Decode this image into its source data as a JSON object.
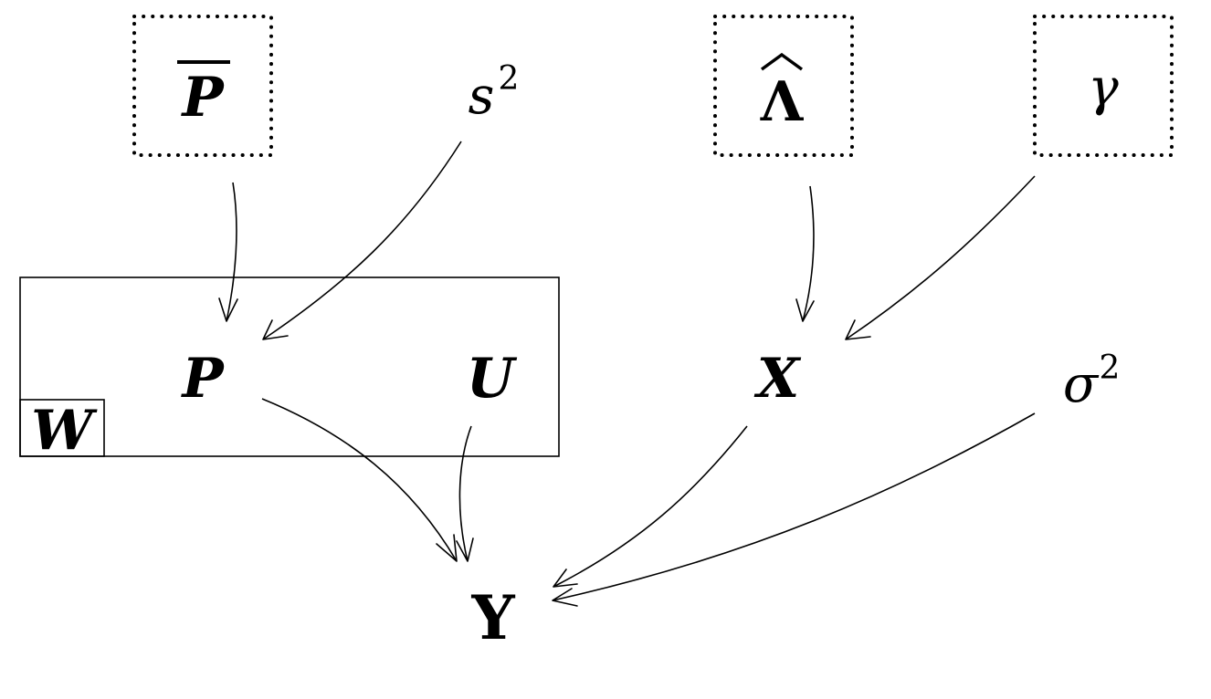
{
  "nodes": {
    "p_bar": {
      "symbol": "P"
    },
    "s_sq": {
      "base": "s",
      "sup": "2"
    },
    "lambda_hat": {
      "symbol": "Λ",
      "hat": "ˆ"
    },
    "gamma": {
      "symbol": "γ"
    },
    "p": {
      "symbol": "P"
    },
    "u": {
      "symbol": "U"
    },
    "x": {
      "symbol": "X"
    },
    "sigma_sq": {
      "base": "σ",
      "sup": "2"
    },
    "y": {
      "symbol": "Y"
    }
  },
  "plate": {
    "label": "W"
  },
  "edges": [
    {
      "from": "p_bar",
      "to": "p"
    },
    {
      "from": "s_sq",
      "to": "p"
    },
    {
      "from": "lambda_hat",
      "to": "x"
    },
    {
      "from": "gamma",
      "to": "x"
    },
    {
      "from": "p",
      "to": "y"
    },
    {
      "from": "u",
      "to": "y"
    },
    {
      "from": "x",
      "to": "y"
    },
    {
      "from": "sigma_sq",
      "to": "y"
    }
  ],
  "fixed_nodes": [
    "p_bar",
    "lambda_hat",
    "gamma"
  ]
}
